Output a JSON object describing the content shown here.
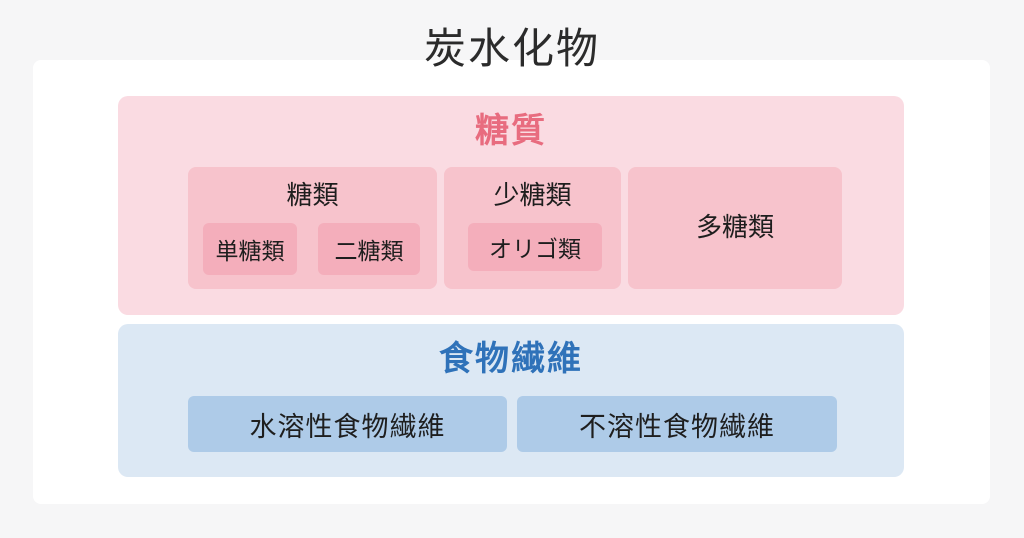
{
  "title": "炭水化物",
  "sugar_section": {
    "header": "糖質",
    "groups": [
      {
        "label": "糖類",
        "children": [
          "単糖類",
          "二糖類"
        ]
      },
      {
        "label": "少糖類",
        "children": [
          "オリゴ類"
        ]
      },
      {
        "label": "多糖類",
        "children": []
      }
    ]
  },
  "fiber_section": {
    "header": "食物繊維",
    "items": [
      "水溶性食物繊維",
      "不溶性食物繊維"
    ]
  },
  "colors": {
    "page_background": "#f6f6f7",
    "card_background": "#ffffff",
    "sugar_panel": "#fadbe2",
    "sugar_group_box": "#f7c3cc",
    "sugar_sub_box": "#f4aebb",
    "sugar_header_text": "#e86c7f",
    "fiber_panel": "#dce8f4",
    "fiber_box": "#aecbe8",
    "fiber_header_text": "#2f72b9",
    "body_text": "#1e1e1e",
    "title_text": "#2b2b2b"
  }
}
